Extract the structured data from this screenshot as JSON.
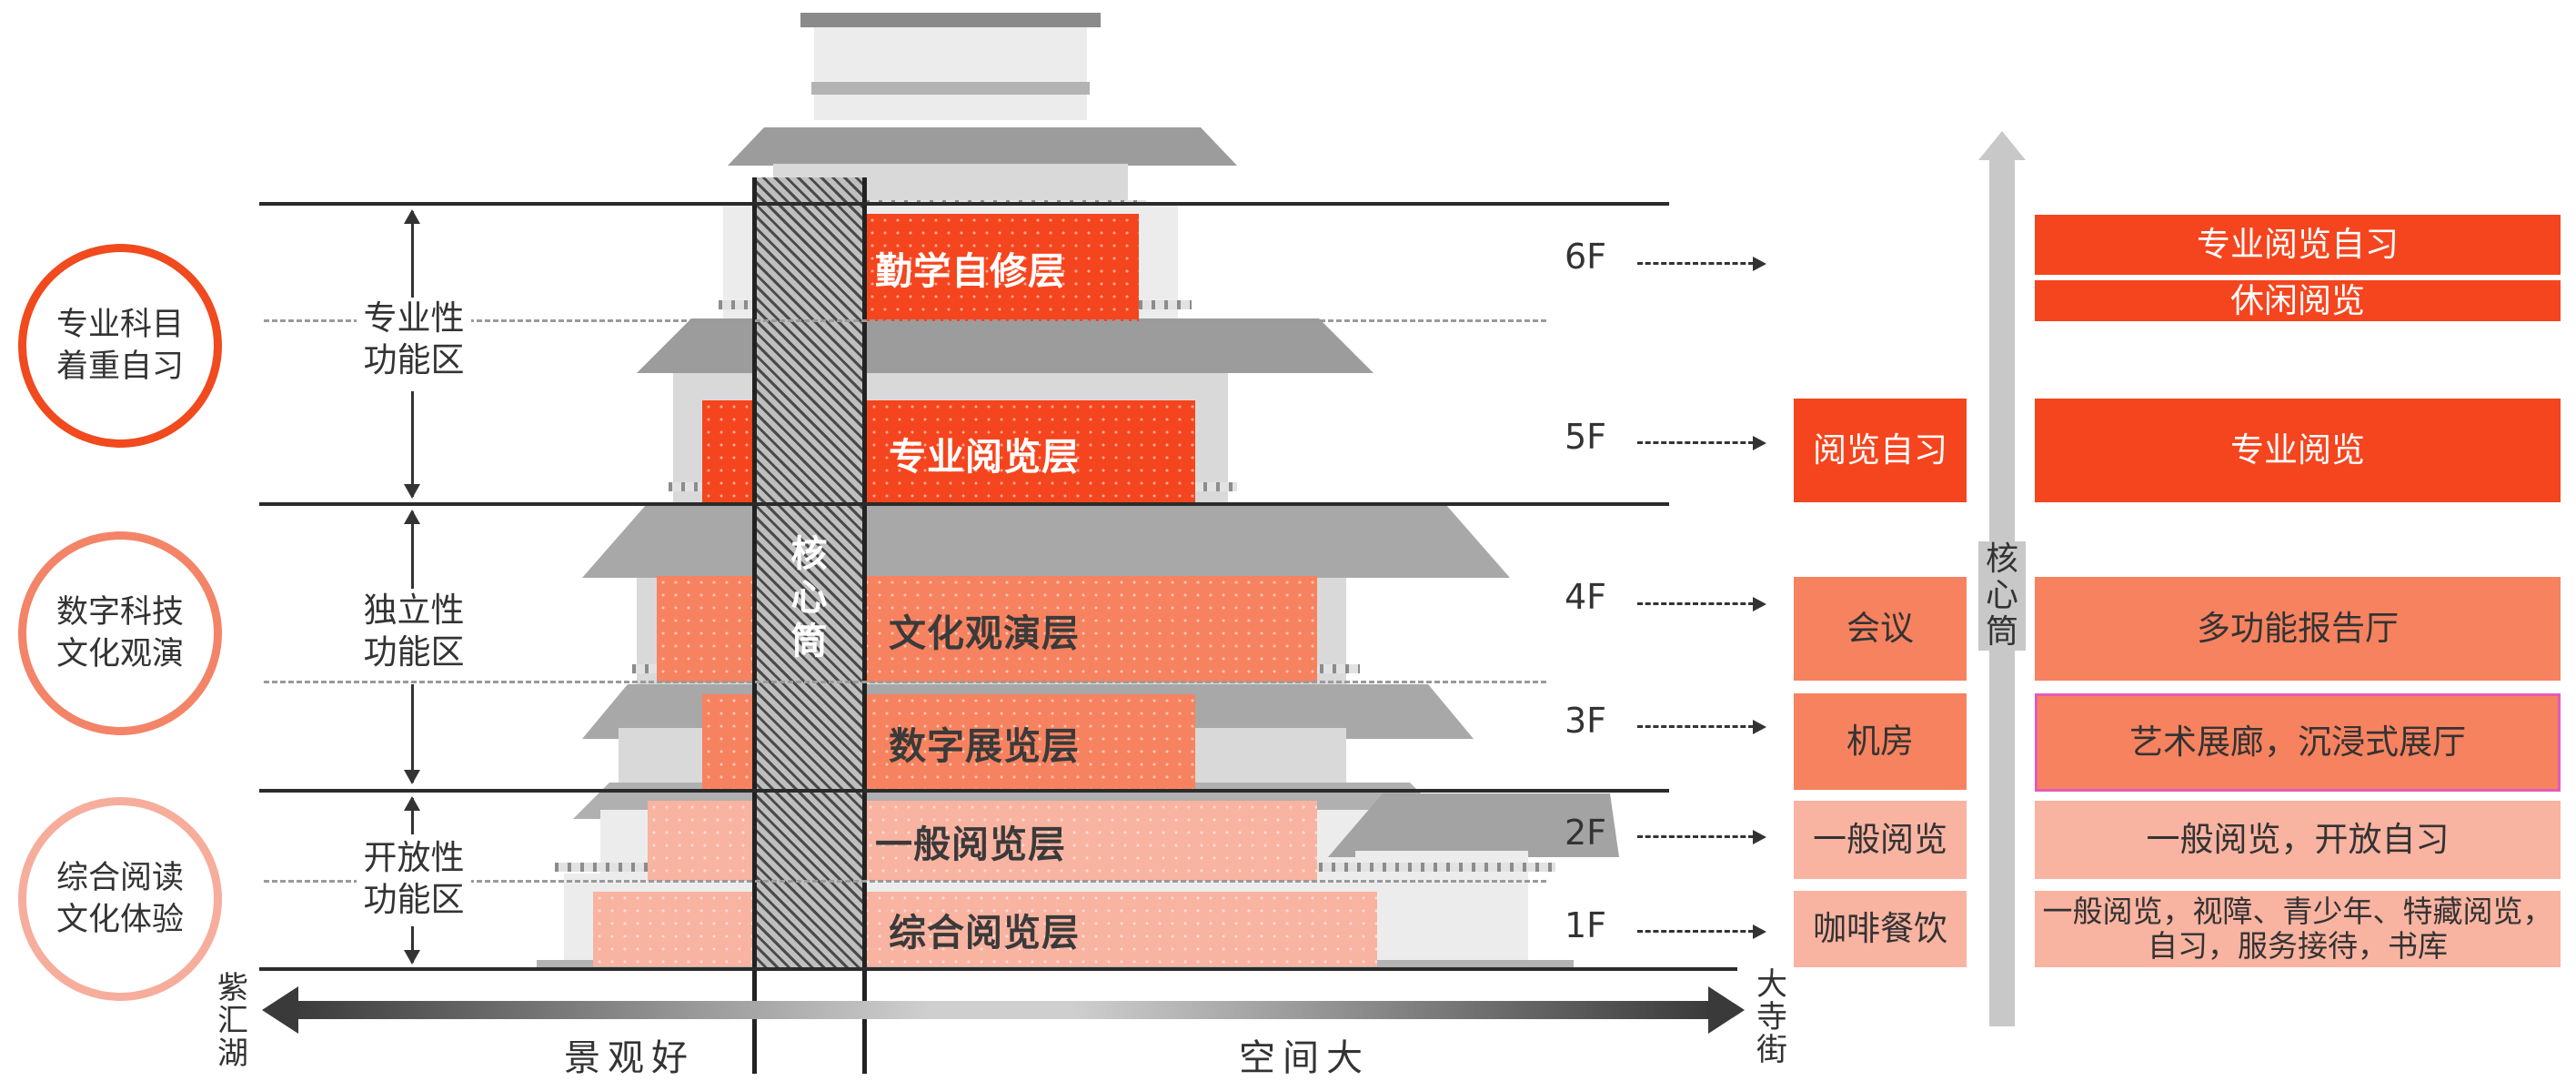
{
  "colors": {
    "red_dark": "#f5451e",
    "red_mid": "#f7825f",
    "red_light": "#f9b3a1",
    "circle_ring_1": "#f04a1e",
    "circle_ring_2": "#f38468",
    "circle_ring_3": "#f7ad9c",
    "highlight_border": "#e45bb6"
  },
  "circles": [
    {
      "line1": "专业科目",
      "line2": "着重自习"
    },
    {
      "line1": "数字科技",
      "line2": "文化观演"
    },
    {
      "line1": "综合阅读",
      "line2": "文化体验"
    }
  ],
  "zones": [
    {
      "line1": "专业性",
      "line2": "功能区"
    },
    {
      "line1": "独立性",
      "line2": "功能区"
    },
    {
      "line1": "开放性",
      "line2": "功能区"
    }
  ],
  "core": {
    "label": "核心筒"
  },
  "floors": [
    {
      "id": "6F",
      "band": "勤学自修层",
      "ext_small": "",
      "ext_main": [
        "专业阅览自习",
        "休闲阅览"
      ]
    },
    {
      "id": "5F",
      "band": "专业阅览层",
      "ext_small": "阅览自习",
      "ext_main": [
        "专业阅览"
      ]
    },
    {
      "id": "4F",
      "band": "文化观演层",
      "ext_small": "会议",
      "ext_main": [
        "多功能报告厅"
      ]
    },
    {
      "id": "3F",
      "band": "数字展览层",
      "ext_small": "机房",
      "ext_main": [
        "艺术展廊，沉浸式展厅"
      ]
    },
    {
      "id": "2F",
      "band": "一般阅览层",
      "ext_small": "一般阅览",
      "ext_main": [
        "一般阅览，开放自习"
      ]
    },
    {
      "id": "1F",
      "band": "综合阅览层",
      "ext_small": "咖啡餐饮",
      "ext_main": [
        "一般阅览，视障、青少年、特藏阅览，",
        "自习，服务接待，书库"
      ]
    }
  ],
  "right_arrow": {
    "label": "核心筒"
  },
  "bottom": {
    "left_end": "紫汇湖",
    "right_end": "大寺街",
    "left_label": "景观好",
    "right_label": "空间大"
  }
}
